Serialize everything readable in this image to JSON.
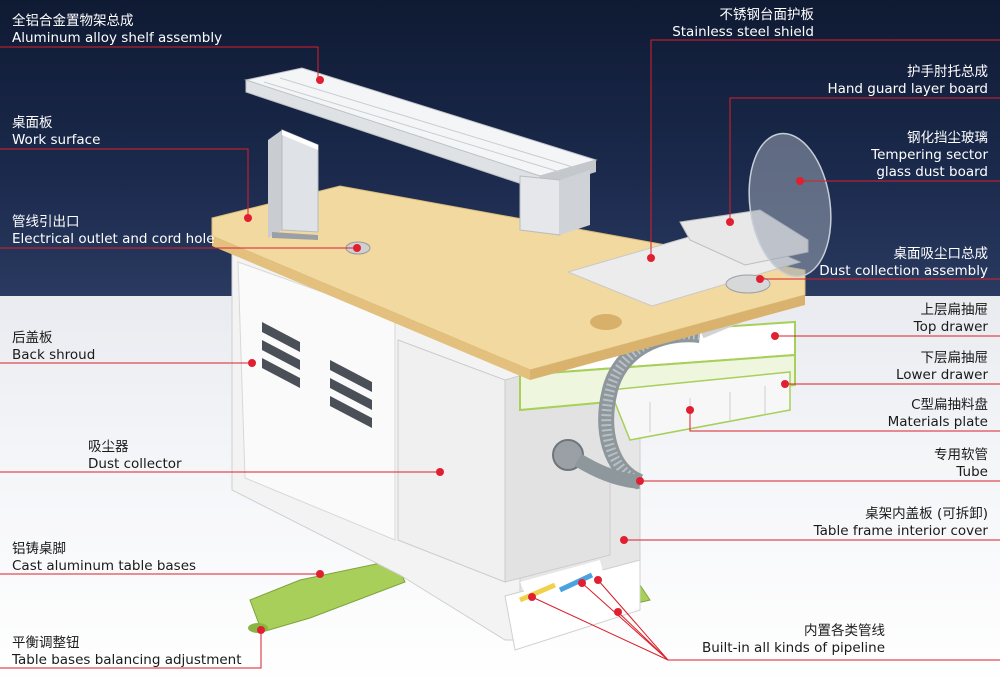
{
  "labels": {
    "shelf_cn": "全铝合金置物架总成",
    "shelf_en": "Aluminum alloy shelf assembly",
    "work_cn": "桌面板",
    "work_en": "Work surface",
    "outlet_cn": "管线引出口",
    "outlet_en": "Electrical outlet and cord hole",
    "back_cn": "后盖板",
    "back_en": "Back shroud",
    "dust_cn": "吸尘器",
    "dust_en": "Dust collector",
    "base_cn": "铝铸桌脚",
    "base_en": "Cast aluminum table bases",
    "balance_cn": "平衡调整钮",
    "balance_en": "Table bases balancing adjustment",
    "shield_cn": "不锈钢台面护板",
    "shield_en": "Stainless steel shield",
    "hand_cn": "护手肘托总成",
    "hand_en": "Hand guard layer board",
    "glass_cn": "钢化挡尘玻璃",
    "glass_en1": "Tempering sector",
    "glass_en2": "glass dust board",
    "dca_cn": "桌面吸尘口总成",
    "dca_en": "Dust collection assembly",
    "top_cn": "上层扁抽屉",
    "top_en": "Top drawer",
    "lower_cn": "下层扁抽屉",
    "lower_en": "Lower drawer",
    "plate_cn": "C型扁抽料盘",
    "plate_en": "Materials plate",
    "tube_cn": "专用软管",
    "tube_en": "Tube",
    "cover_cn": "桌架内盖板 (可拆卸)",
    "cover_en": "Table frame interior cover",
    "pipe_cn": "内置各类管线",
    "pipe_en": "Built-in all kinds of pipeline"
  },
  "colors": {
    "leader": "#d9202a",
    "dot": "#e02030",
    "wood": "#f2d9a0",
    "green": "#a8cf5a",
    "white_body": "#f4f4f4",
    "bg_dark": "#1b2a4d"
  }
}
